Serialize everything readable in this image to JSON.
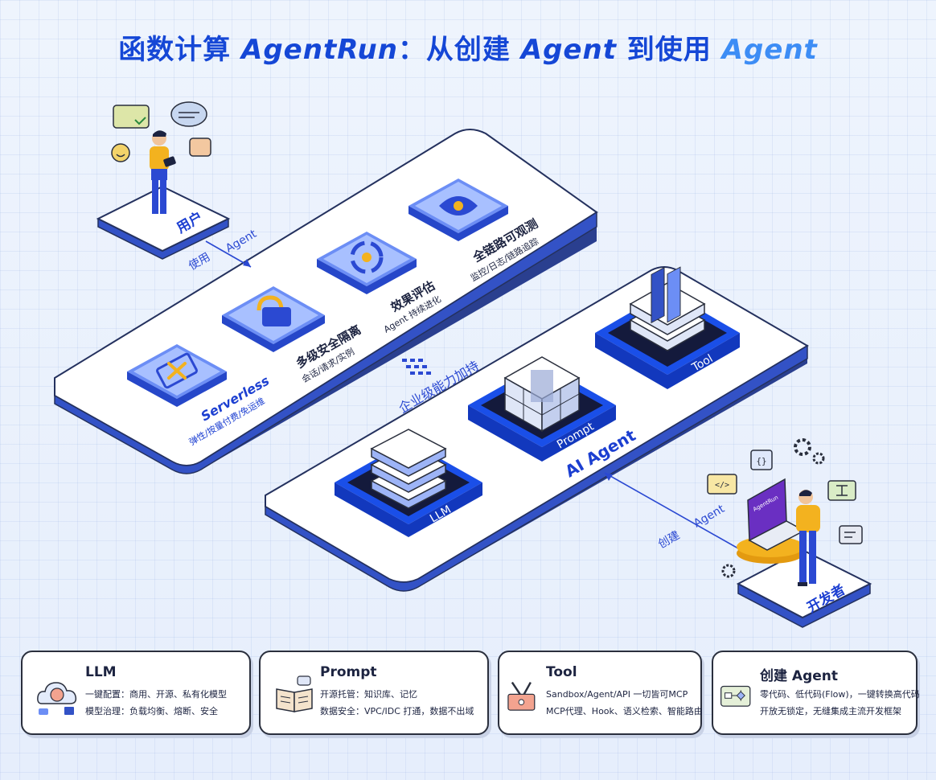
{
  "title": {
    "part1": "函数计算 ",
    "part2": "AgentRun",
    "part3": "：从创建 ",
    "part4": "Agent",
    "part5": " 到使用 ",
    "part6": "Agent"
  },
  "user_label": "用户",
  "use_arrow": {
    "label1": "使用",
    "label2": "Agent"
  },
  "capabilities": [
    {
      "title": "Serverless",
      "sub": "弹性/按量付费/免运维"
    },
    {
      "title": "多级安全隔离",
      "sub": "会话/请求/实例"
    },
    {
      "title": "效果评估",
      "sub": "Agent 持续进化"
    },
    {
      "title": "全链路可观测",
      "sub": "监控/日志/链路追踪"
    }
  ],
  "enterprise_label": "企业级能力加持",
  "ai_agent_label": "AI Agent",
  "components": {
    "llm": "LLM",
    "prompt": "Prompt",
    "tool": "Tool"
  },
  "laptop_logo": "AgentRun",
  "create_arrow": {
    "label1": "创建",
    "label2": "Agent"
  },
  "developer_label": "开发者",
  "cards": [
    {
      "title": "LLM",
      "lines": [
        "一键配置：商用、开源、私有化模型",
        "模型治理：负载均衡、熔断、安全"
      ]
    },
    {
      "title": "Prompt",
      "lines": [
        "开源托管：知识库、记忆",
        "数据安全：VPC/IDC 打通，数据不出域"
      ]
    },
    {
      "title": "Tool",
      "lines": [
        "Sandbox/Agent/API 一切皆可MCP",
        "MCP代理、Hook、语义检索、智能路由"
      ]
    },
    {
      "title": "创建 Agent",
      "lines": [
        "零代码、低代码(Flow)，一键转换高代码",
        "开放无锁定，无缝集成主流开发框架"
      ]
    }
  ],
  "colors": {
    "accent": "#1547d6",
    "accent_light": "#3d8df5",
    "blue_block": "#1a4fe8",
    "navy": "#141a3c",
    "orange": "#f3b21f"
  }
}
